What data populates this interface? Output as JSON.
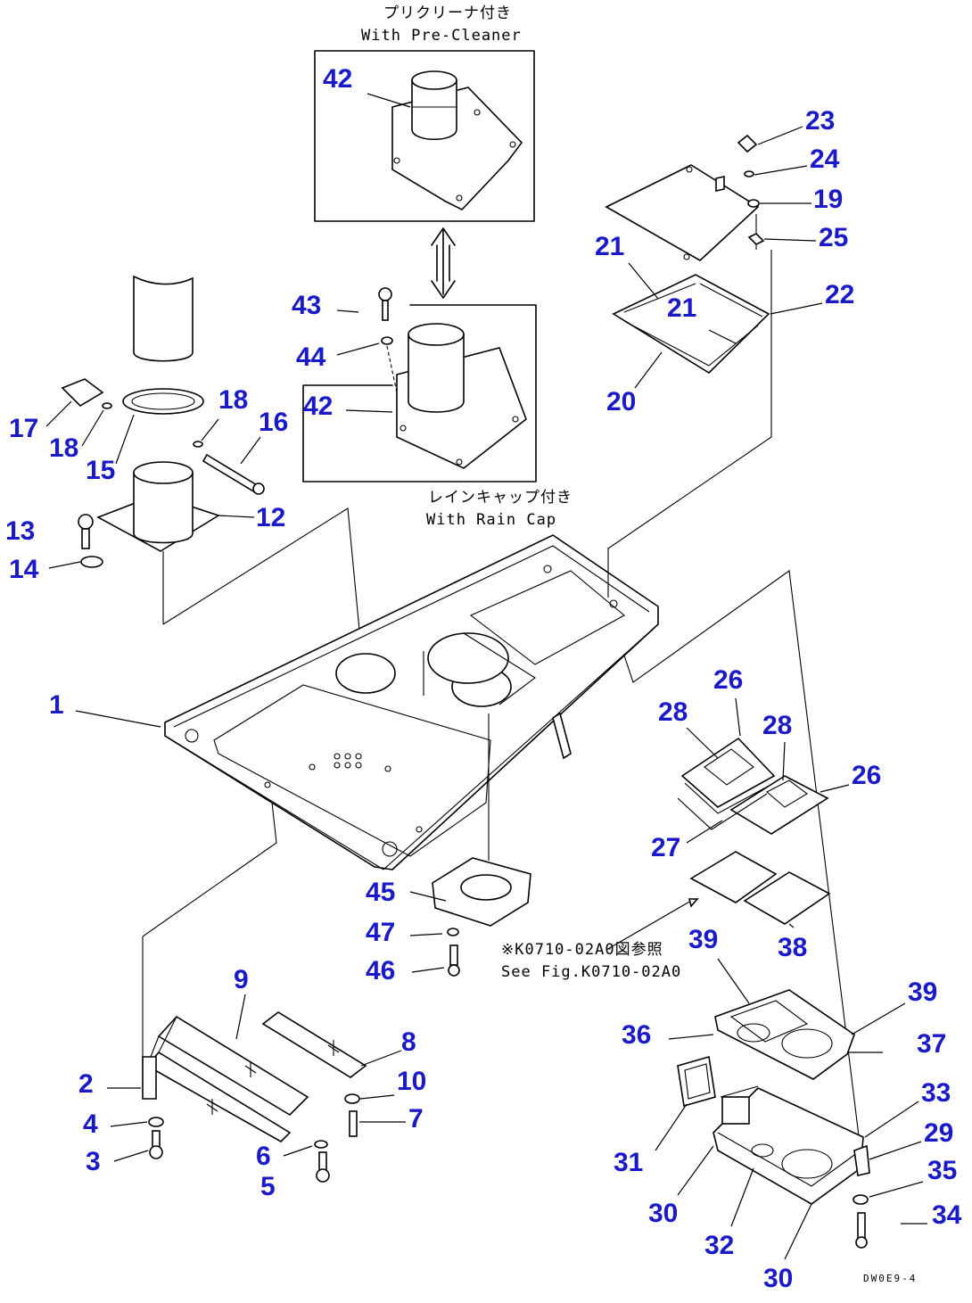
{
  "captions": {
    "pre_cleaner_jp": "プリクリーナ付き",
    "pre_cleaner_en": "With Pre-Cleaner",
    "rain_cap_jp": "レインキャップ付き",
    "rain_cap_en": "With Rain Cap",
    "see_fig_jp": "※K0710-02A0図参照",
    "see_fig_en": "See Fig.K0710-02A0",
    "drawing_code": "DW0E9-4"
  },
  "part_labels": [
    "1",
    "2",
    "3",
    "4",
    "5",
    "6",
    "7",
    "8",
    "9",
    "10",
    "12",
    "13",
    "14",
    "15",
    "16",
    "17",
    "18",
    "18",
    "19",
    "20",
    "21",
    "21",
    "22",
    "23",
    "24",
    "25",
    "26",
    "26",
    "27",
    "28",
    "28",
    "29",
    "30",
    "30",
    "31",
    "32",
    "33",
    "34",
    "35",
    "36",
    "37",
    "38",
    "39",
    "39",
    "42",
    "42",
    "43",
    "44",
    "45",
    "46",
    "47"
  ]
}
